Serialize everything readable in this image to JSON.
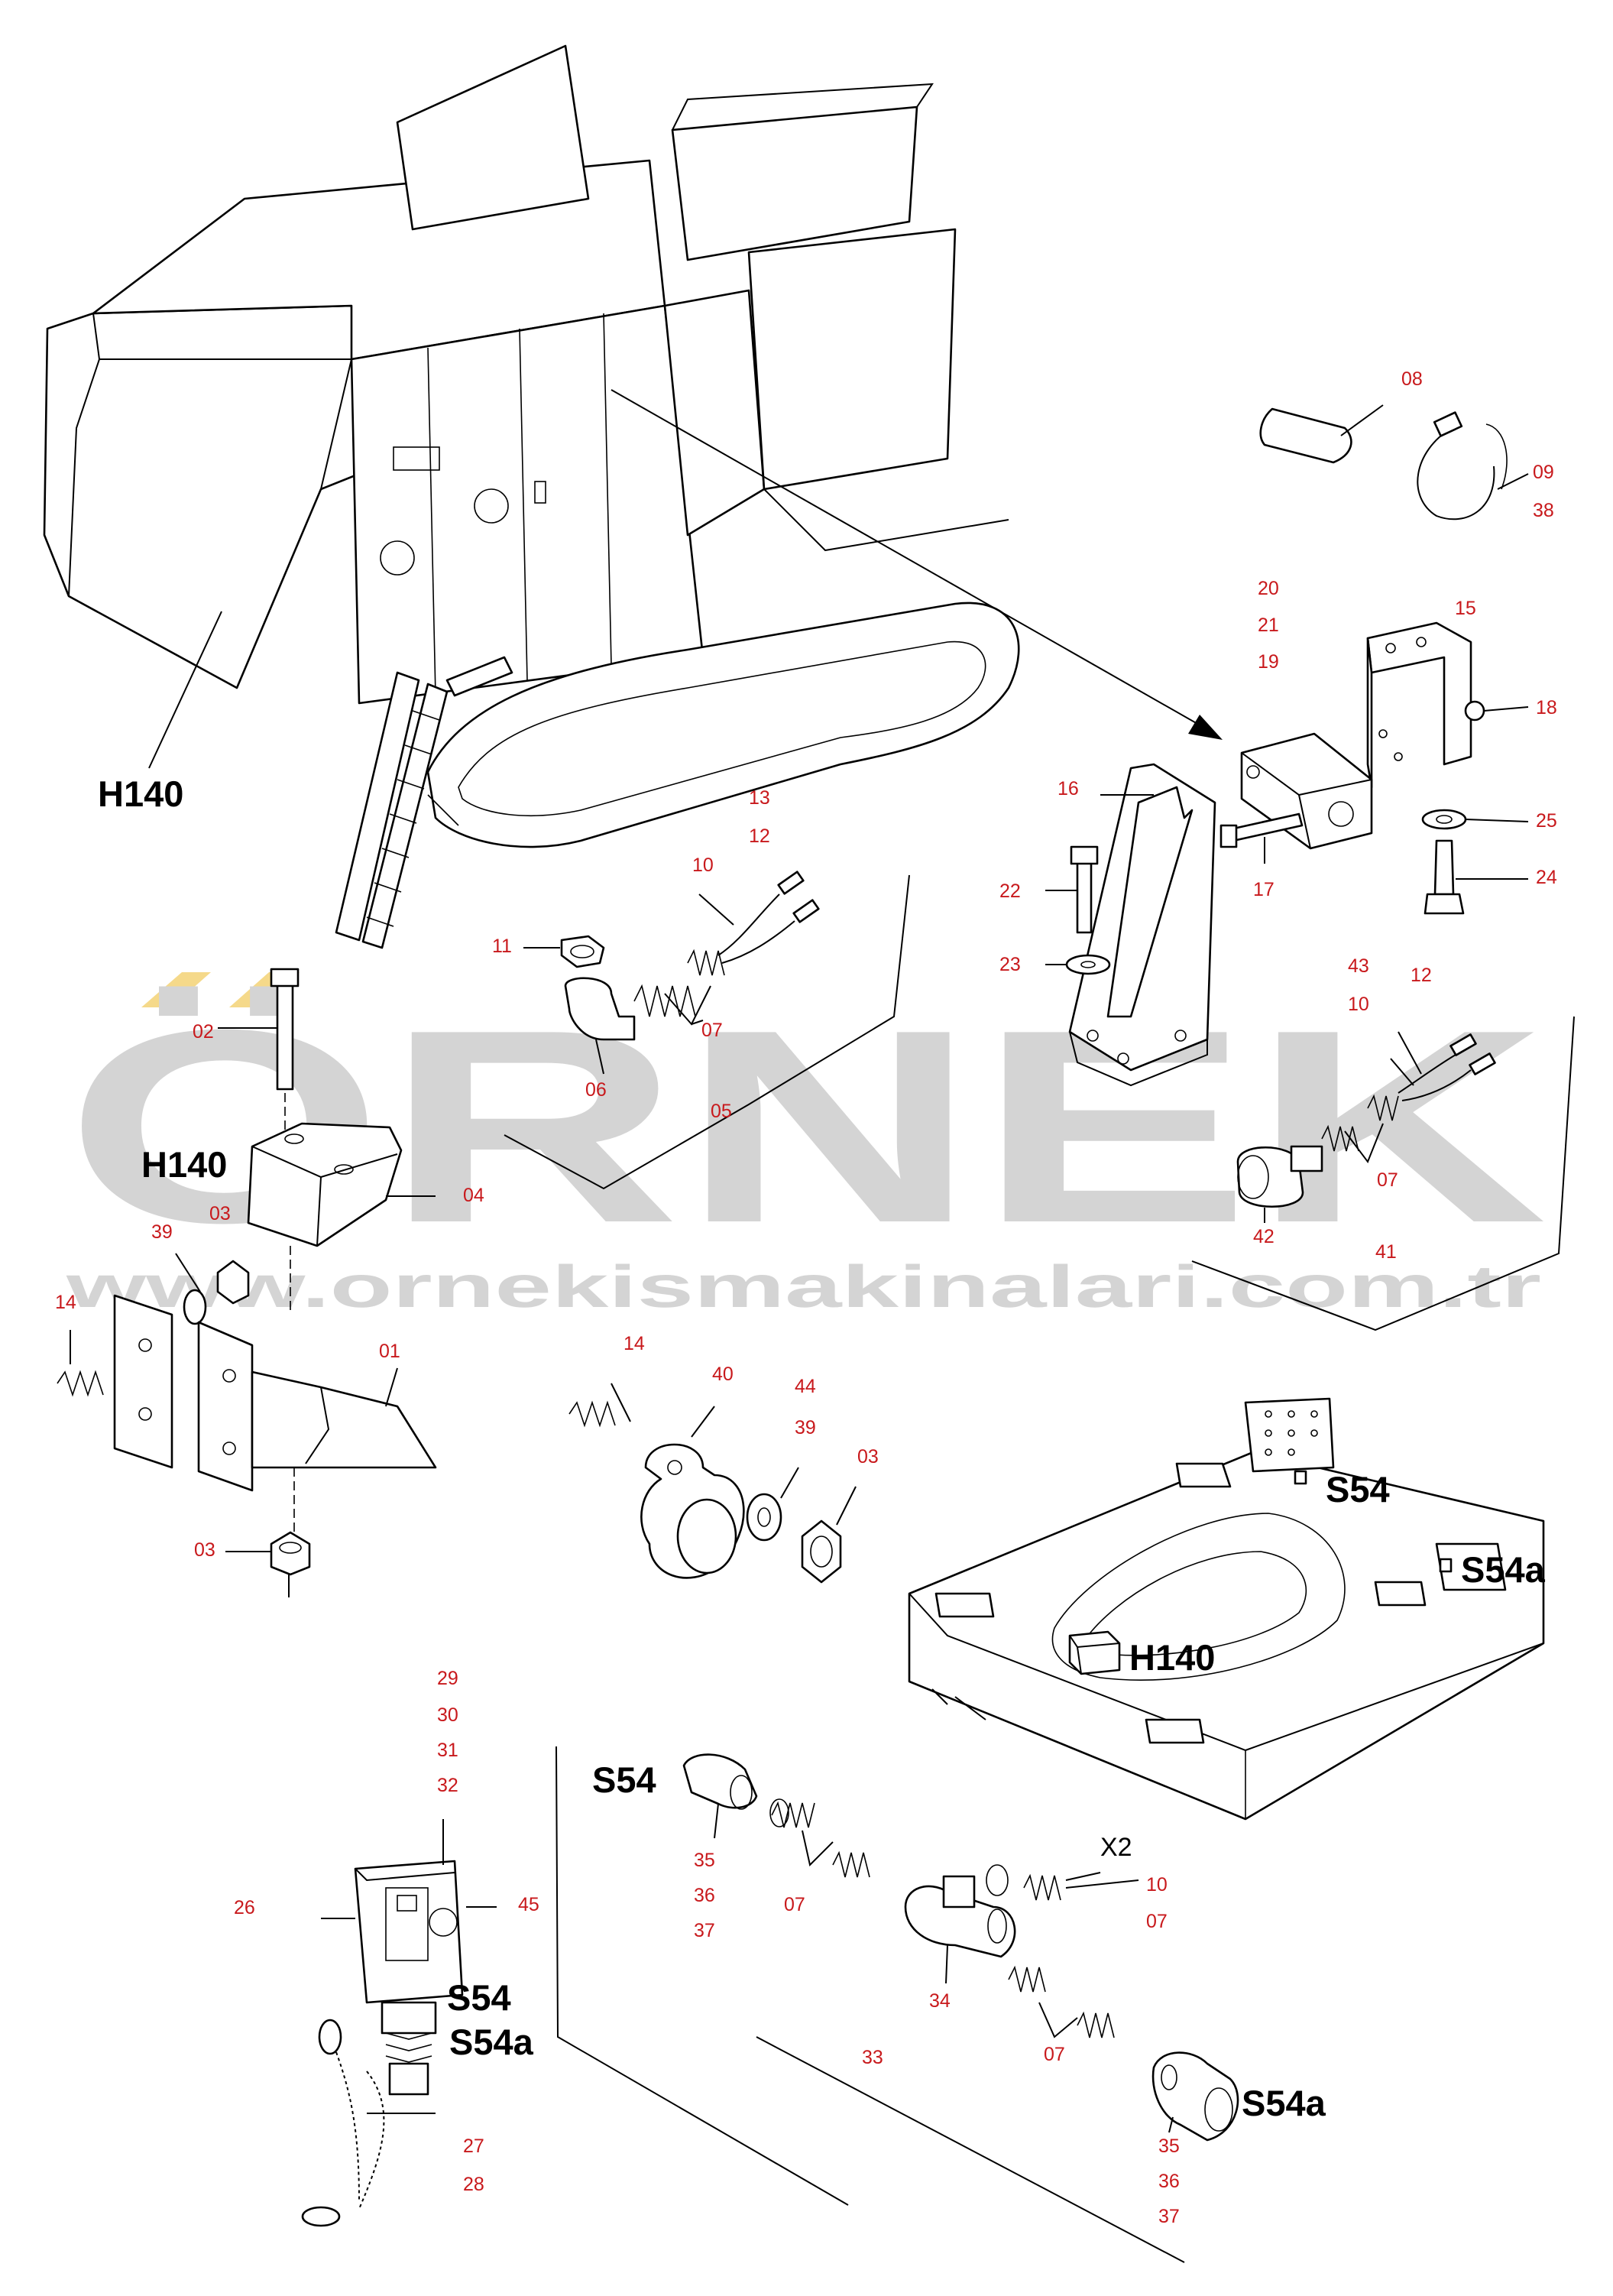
{
  "watermark": {
    "brand": "ÖRNEK",
    "url": "www.ornekismakinalari.com.tr"
  },
  "component_labels": {
    "h140_machine": "H140",
    "h140_box": "H140",
    "h140_frame": "H140",
    "s54_frame": "S54",
    "s54a_frame": "S54a",
    "s54_hose": "S54",
    "s54a_hose": "S54a",
    "s54_switch": "S54",
    "s54a_switch": "S54a",
    "x2": "X2"
  },
  "part_numbers": [
    {
      "id": "p08",
      "text": "08"
    },
    {
      "id": "p09",
      "text": "09"
    },
    {
      "id": "p38",
      "text": "38"
    },
    {
      "id": "p20",
      "text": "20"
    },
    {
      "id": "p21",
      "text": "21"
    },
    {
      "id": "p19",
      "text": "19"
    },
    {
      "id": "p15",
      "text": "15"
    },
    {
      "id": "p18",
      "text": "18"
    },
    {
      "id": "p25",
      "text": "25"
    },
    {
      "id": "p24",
      "text": "24"
    },
    {
      "id": "p17",
      "text": "17"
    },
    {
      "id": "p16",
      "text": "16"
    },
    {
      "id": "p22",
      "text": "22"
    },
    {
      "id": "p23",
      "text": "23"
    },
    {
      "id": "p13",
      "text": "13"
    },
    {
      "id": "p12a",
      "text": "12"
    },
    {
      "id": "p10a",
      "text": "10"
    },
    {
      "id": "p11",
      "text": "11"
    },
    {
      "id": "p07a",
      "text": "07"
    },
    {
      "id": "p06",
      "text": "06"
    },
    {
      "id": "p05",
      "text": "05"
    },
    {
      "id": "p43",
      "text": "43"
    },
    {
      "id": "p12b",
      "text": "12"
    },
    {
      "id": "p10b",
      "text": "10"
    },
    {
      "id": "p07b",
      "text": "07"
    },
    {
      "id": "p42",
      "text": "42"
    },
    {
      "id": "p41",
      "text": "41"
    },
    {
      "id": "p02",
      "text": "02"
    },
    {
      "id": "p04",
      "text": "04"
    },
    {
      "id": "p03a",
      "text": "03"
    },
    {
      "id": "p39a",
      "text": "39"
    },
    {
      "id": "p14a",
      "text": "14"
    },
    {
      "id": "p01",
      "text": "01"
    },
    {
      "id": "p03b",
      "text": "03"
    },
    {
      "id": "p14b",
      "text": "14"
    },
    {
      "id": "p40",
      "text": "40"
    },
    {
      "id": "p44",
      "text": "44"
    },
    {
      "id": "p39b",
      "text": "39"
    },
    {
      "id": "p03c",
      "text": "03"
    },
    {
      "id": "p29",
      "text": "29"
    },
    {
      "id": "p30",
      "text": "30"
    },
    {
      "id": "p31",
      "text": "31"
    },
    {
      "id": "p32",
      "text": "32"
    },
    {
      "id": "p26",
      "text": "26"
    },
    {
      "id": "p45",
      "text": "45"
    },
    {
      "id": "p27",
      "text": "27"
    },
    {
      "id": "p28",
      "text": "28"
    },
    {
      "id": "p35a",
      "text": "35"
    },
    {
      "id": "p36a",
      "text": "36"
    },
    {
      "id": "p37a",
      "text": "37"
    },
    {
      "id": "p07c",
      "text": "07"
    },
    {
      "id": "p10c",
      "text": "10"
    },
    {
      "id": "p07d",
      "text": "07"
    },
    {
      "id": "p34",
      "text": "34"
    },
    {
      "id": "p33",
      "text": "33"
    },
    {
      "id": "p07e",
      "text": "07"
    },
    {
      "id": "p35b",
      "text": "35"
    },
    {
      "id": "p36b",
      "text": "36"
    },
    {
      "id": "p37b",
      "text": "37"
    }
  ],
  "colors": {
    "part_number": "#c8191c",
    "watermark": "#d4d4d4",
    "watermark_accent": "#f5d98a",
    "line": "#000000"
  }
}
